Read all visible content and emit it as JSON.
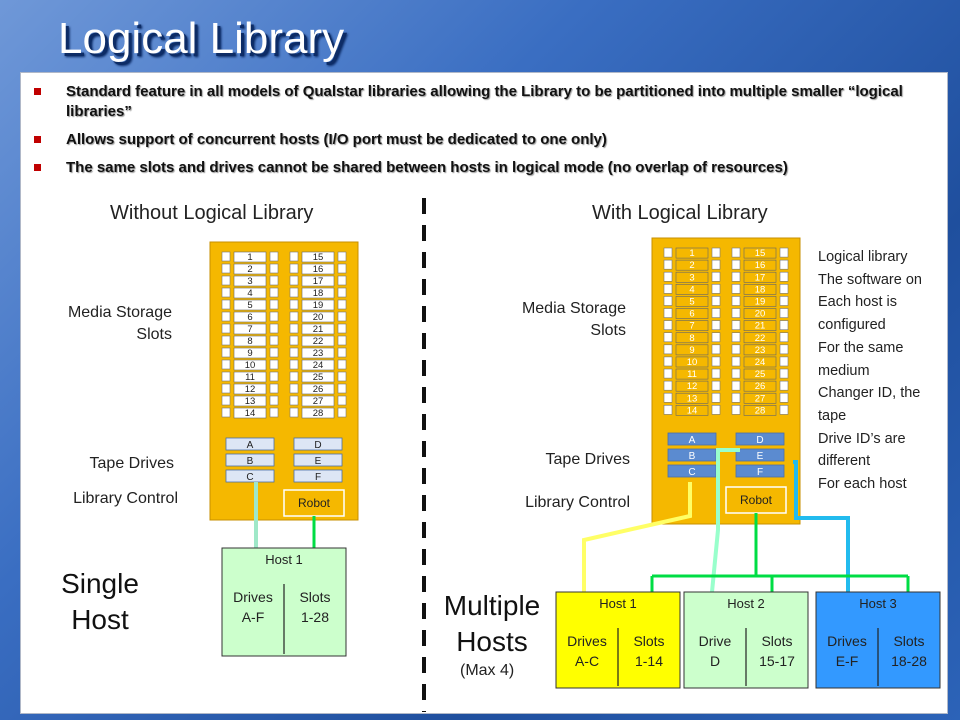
{
  "title": "Logical Library",
  "bullets": [
    "Standard feature in all models of Qualstar libraries allowing the Library to be partitioned into multiple smaller “logical libraries”",
    "Allows support of concurrent hosts (I/O port must be dedicated to one only)",
    "The same slots and drives cannot be shared between hosts in logical mode (no overlap of resources)"
  ],
  "left": {
    "heading": "Without Logical Library",
    "media_label_1": "Media Storage",
    "media_label_2": "Slots",
    "tape_label": "Tape Drives",
    "control_label": "Library Control",
    "big_label_1": "Single",
    "big_label_2": "Host",
    "host": {
      "title": "Host 1",
      "drives_label": "Drives",
      "drives_value": "A-F",
      "slots_label": "Slots",
      "slots_value": "1-28"
    }
  },
  "right": {
    "heading": "With Logical Library",
    "media_label_1": "Media Storage",
    "media_label_2": "Slots",
    "tape_label": "Tape Drives",
    "control_label": "Library Control",
    "big_label_1": "Multiple",
    "big_label_2": "Hosts",
    "max_label": "(Max 4)",
    "note": [
      "Logical library",
      "The software on",
      "Each host is",
      "configured",
      "For the same",
      "medium",
      "Changer ID, the",
      "tape",
      "Drive ID’s are",
      "different",
      "For each host"
    ],
    "hosts": [
      {
        "title": "Host 1",
        "drives_label": "Drives",
        "drives_value": "A-C",
        "slots_label": "Slots",
        "slots_value": "1-14"
      },
      {
        "title": "Host 2",
        "drives_label": "Drive",
        "drives_value": "D",
        "slots_label": "Slots",
        "slots_value": "15-17"
      },
      {
        "title": "Host 3",
        "drives_label": "Drives",
        "drives_value": "E-F",
        "slots_label": "Slots",
        "slots_value": "18-28"
      }
    ]
  },
  "slots_col1": [
    "1",
    "2",
    "3",
    "4",
    "5",
    "6",
    "7",
    "8",
    "9",
    "10",
    "11",
    "12",
    "13",
    "14"
  ],
  "slots_col2": [
    "15",
    "16",
    "17",
    "18",
    "19",
    "20",
    "21",
    "22",
    "23",
    "24",
    "25",
    "26",
    "27",
    "28"
  ],
  "drives_col1": [
    "A",
    "B",
    "C"
  ],
  "drives_col2": [
    "D",
    "E",
    "F"
  ],
  "robot_label": "Robot",
  "colors": {
    "library_body": "#f5b800",
    "host1_right": "#ffff00",
    "host2_right": "#ccffcc",
    "host3_right": "#3399ff",
    "link_host1": "#ffff66",
    "link_host2": "#99ffcc",
    "link_host3": "#22bbee",
    "link_control": "#00dd44",
    "slot_highlight": "#f5b800"
  }
}
